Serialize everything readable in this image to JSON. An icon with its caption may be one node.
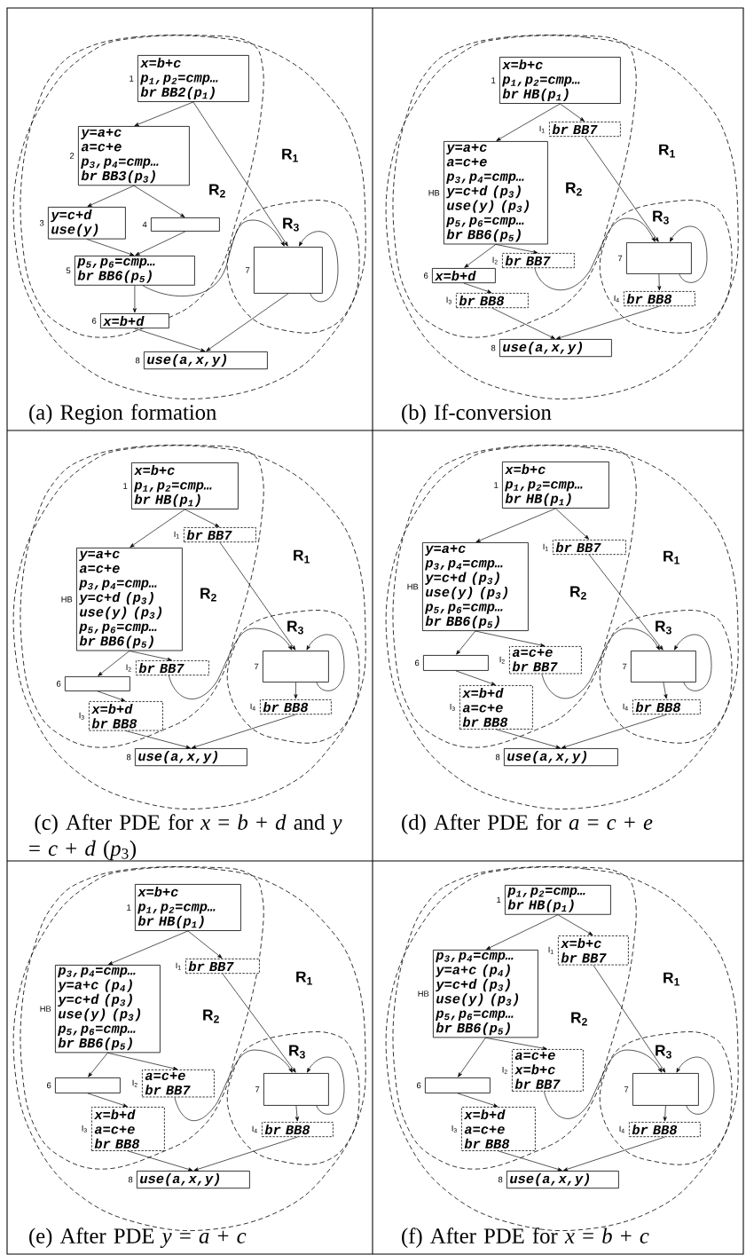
{
  "diagram": {
    "nodes": [
      {
        "text": [
          "x=b+c",
          "p$_{1}$,p$_{2}$=cmp…",
          "br BB2(p$_{1}$)"
        ],
        "beside": [
          "1"
        ]
      },
      {
        "text": [
          "y=a+c",
          "a=c+e",
          "p$_{3}$,p$_{4}$=cmp…",
          "br BB3(p$_{3}$)"
        ],
        "beside": [
          "2"
        ]
      },
      {
        "text": [
          "y=c+d",
          "use(y)"
        ],
        "beside": [
          "3"
        ]
      },
      {
        "text": [],
        "shape": "box",
        "beside": [
          "4"
        ]
      },
      {
        "text": [
          "p$_{5}$,p$_{6}$=cmp…",
          "br BB6(p$_{5}$)"
        ],
        "beside": [
          "5"
        ]
      },
      {
        "text": [
          "x=b+d"
        ],
        "beside": [
          "6"
        ]
      },
      {
        "text": [],
        "shape": "box",
        "beside": [
          "7"
        ]
      },
      {
        "text": [
          "use(a,x,y)"
        ],
        "beside": [
          "8"
        ]
      },
      {
        "text": [
          "x=b+c",
          "p$_{1}$,p$_{2}$=cmp…",
          "br HB(p$_{1}$)"
        ],
        "beside": [
          "1"
        ]
      },
      {
        "text": [
          "br BB7"
        ],
        "beside": [
          "I$_{1}$"
        ]
      },
      {
        "text": [
          "y=a+c",
          "a=c+e",
          "p$_{3}$,p$_{4}$=cmp…",
          "y=c+d (p$_{3}$)",
          "use(y) (p$_{3}$)",
          "p$_{5}$,p$_{6}$=cmp…",
          "br BB6(p$_{5}$)"
        ],
        "beside": [
          "HB"
        ]
      },
      {
        "text": [
          "br BB7"
        ],
        "beside": [
          "I$_{2}$"
        ]
      },
      {
        "text": [
          "x=b+d"
        ],
        "beside": [
          "6"
        ]
      },
      {
        "text": [
          "br BB8"
        ],
        "beside": [
          "I$_{3}$"
        ]
      },
      {
        "text": [],
        "shape": "box",
        "beside": [
          "7"
        ]
      },
      {
        "text": [
          "br BB8"
        ],
        "beside": [
          "I$_{4}$"
        ]
      },
      {
        "text": [
          "use(a,x,y)"
        ],
        "beside": [
          "8"
        ]
      },
      {
        "text": [
          "x=b+c",
          "p$_{1}$,p$_{2}$=cmp…",
          "br HB(p$_{1}$)"
        ],
        "beside": [
          "1"
        ]
      },
      {
        "text": [
          "br BB7"
        ],
        "beside": [
          "I$_{1}$"
        ]
      },
      {
        "text": [
          "y=a+c",
          "a=c+e",
          "p$_{3}$,p$_{4}$=cmp…",
          "y=c+d (p$_{3}$)",
          "use(y) (p$_{3}$)",
          "p$_{5}$,p$_{6}$=cmp…",
          "br BB6(p$_{5}$)"
        ],
        "beside": [
          "HB"
        ]
      },
      {
        "text": [
          "br BB7"
        ],
        "beside": [
          "I$_{2}$"
        ]
      },
      {
        "text": [],
        "shape": "box",
        "beside": [
          "6"
        ]
      },
      {
        "text": [
          "x=b+d",
          "br BB8"
        ],
        "beside": [
          "I$_{3}$"
        ]
      },
      {
        "text": [],
        "shape": "box",
        "beside": [
          "7"
        ]
      },
      {
        "text": [
          "br BB8"
        ],
        "beside": [
          "I$_{4}$"
        ]
      },
      {
        "text": [
          "use(a,x,y)"
        ],
        "beside": [
          "8"
        ]
      },
      {
        "text": [
          "x=b+c",
          "p$_{1}$,p$_{2}$=cmp…",
          "br HB(p$_{1}$)"
        ],
        "beside": [
          "1"
        ]
      },
      {
        "text": [
          "br BB7"
        ],
        "beside": [
          "I$_{1}$"
        ]
      },
      {
        "text": [
          "y=a+c",
          "p$_{3}$,p$_{4}$=cmp…",
          "y=c+d (p$_{3}$)",
          "use(y) (p$_{3}$)",
          "p$_{5}$,p$_{6}$=cmp…",
          "br BB6(p$_{5}$)"
        ],
        "beside": [
          "HB"
        ]
      },
      {
        "text": [
          "a=c+e",
          "br BB7"
        ],
        "beside": [
          "I$_{2}$"
        ]
      },
      {
        "text": [],
        "shape": "box",
        "beside": [
          "6"
        ]
      },
      {
        "text": [
          "x=b+d",
          "a=c+e",
          "br BB8"
        ],
        "beside": [
          "I$_{3}$"
        ]
      },
      {
        "text": [],
        "shape": "box",
        "beside": [
          "7"
        ]
      },
      {
        "text": [
          "br BB8"
        ],
        "beside": [
          "I$_{4}$"
        ]
      },
      {
        "text": [
          "use(a,x,y)"
        ],
        "beside": [
          "8"
        ]
      },
      {
        "text": [
          "x=b+c",
          "p$_{1}$,p$_{2}$=cmp…",
          "br HB(p$_{1}$)"
        ],
        "beside": [
          "1"
        ]
      },
      {
        "text": [
          "br BB7"
        ],
        "beside": [
          "I$_{1}$"
        ]
      },
      {
        "text": [
          "p$_{3}$,p$_{4}$=cmp…",
          "y=a+c (p$_{4}$)",
          "y=c+d (p$_{3}$)",
          "use(y) (p$_{3}$)",
          "p$_{5}$,p$_{6}$=cmp…",
          "br BB6(p$_{5}$)"
        ],
        "beside": [
          "HB"
        ]
      },
      {
        "text": [
          "a=c+e",
          "br BB7"
        ],
        "beside": [
          "I$_{2}$"
        ]
      },
      {
        "text": [],
        "shape": "box",
        "beside": [
          "6"
        ]
      },
      {
        "text": [
          "x=b+d",
          "a=c+e",
          "br BB8"
        ],
        "beside": [
          "I$_{3}$"
        ]
      },
      {
        "text": [],
        "shape": "box",
        "beside": [
          "7"
        ]
      },
      {
        "text": [
          "br BB8"
        ],
        "beside": [
          "I$_{4}$"
        ]
      },
      {
        "text": [
          "use(a,x,y)"
        ],
        "beside": [
          "8"
        ]
      },
      {
        "text": [
          "p$_{1}$,p$_{2}$=cmp…",
          "br HB(p$_{1}$)"
        ],
        "beside": [
          "1"
        ]
      },
      {
        "text": [
          "x=b+c",
          "br BB7"
        ],
        "beside": [
          "I$_{1}$"
        ]
      },
      {
        "text": [
          "p$_{3}$,p$_{4}$=cmp…",
          "y=a+c (p$_{4}$)",
          "y=c+d (p$_{3}$)",
          "use(y) (p$_{3}$)",
          "p$_{5}$,p$_{6}$=cmp…",
          "br BB6(p$_{5}$)"
        ],
        "beside": [
          "HB"
        ]
      },
      {
        "text": [
          "a=c+e",
          "x=b+c",
          "br BB7"
        ],
        "beside": [
          "I$_{2}$"
        ]
      },
      {
        "text": [],
        "shape": "box",
        "beside": [
          "6"
        ]
      },
      {
        "text": [
          "x=b+d",
          "a=c+e",
          "br BB8"
        ],
        "beside": [
          "I$_{3}$"
        ]
      },
      {
        "text": [],
        "shape": "box",
        "beside": [
          "7"
        ]
      },
      {
        "text": [
          "br BB8"
        ],
        "beside": [
          "I$_{4}$"
        ]
      },
      {
        "text": [
          "use(a,x,y)"
        ],
        "beside": [
          "8"
        ]
      }
    ],
    "edges": [
      {
        "from": 0,
        "to": 1,
        "arrow": "to"
      },
      {
        "from": 0,
        "to": 6,
        "arrow": "to"
      },
      {
        "from": 1,
        "to": 2,
        "arrow": "to"
      },
      {
        "from": 1,
        "to": 3,
        "arrow": "to"
      },
      {
        "from": 2,
        "to": 4,
        "arrow": "to"
      },
      {
        "from": 3,
        "to": 4,
        "arrow": "to"
      },
      {
        "from": 4,
        "to": 5,
        "arrow": "to"
      },
      {
        "from": 4,
        "to": 6,
        "arrow": "to"
      },
      {
        "from": 6,
        "to": 6,
        "arrow": "to"
      },
      {
        "from": 5,
        "to": 7,
        "arrow": "to"
      },
      {
        "from": 6,
        "to": 7,
        "arrow": "to"
      },
      {
        "from": 8,
        "to": 10,
        "arrow": "to"
      },
      {
        "from": 8,
        "to": 9,
        "arrow": "to"
      },
      {
        "from": 9,
        "to": 14,
        "arrow": "to"
      },
      {
        "from": 10,
        "to": 12,
        "arrow": "to"
      },
      {
        "from": 10,
        "to": 11,
        "arrow": "to"
      },
      {
        "from": 11,
        "to": 14,
        "arrow": "to"
      },
      {
        "from": 12,
        "to": 13,
        "arrow": "to"
      },
      {
        "from": 14,
        "to": 14,
        "arrow": "to"
      },
      {
        "from": 14,
        "to": 15,
        "arrow": "to"
      },
      {
        "from": 13,
        "to": 16,
        "arrow": "to"
      },
      {
        "from": 15,
        "to": 16,
        "arrow": "to"
      },
      {
        "from": 17,
        "to": 19,
        "arrow": "to"
      },
      {
        "from": 17,
        "to": 18,
        "arrow": "to"
      },
      {
        "from": 18,
        "to": 23,
        "arrow": "to"
      },
      {
        "from": 19,
        "to": 21,
        "arrow": "to"
      },
      {
        "from": 19,
        "to": 20,
        "arrow": "to"
      },
      {
        "from": 20,
        "to": 23,
        "arrow": "to"
      },
      {
        "from": 21,
        "to": 22,
        "arrow": "to"
      },
      {
        "from": 23,
        "to": 23,
        "arrow": "to"
      },
      {
        "from": 23,
        "to": 24,
        "arrow": "to"
      },
      {
        "from": 22,
        "to": 25,
        "arrow": "to"
      },
      {
        "from": 24,
        "to": 25,
        "arrow": "to"
      },
      {
        "from": 26,
        "to": 28,
        "arrow": "to"
      },
      {
        "from": 26,
        "to": 27,
        "arrow": "to"
      },
      {
        "from": 27,
        "to": 32,
        "arrow": "to"
      },
      {
        "from": 28,
        "to": 30,
        "arrow": "to"
      },
      {
        "from": 28,
        "to": 29,
        "arrow": "to"
      },
      {
        "from": 29,
        "to": 32,
        "arrow": "to"
      },
      {
        "from": 30,
        "to": 31,
        "arrow": "to"
      },
      {
        "from": 32,
        "to": 32,
        "arrow": "to"
      },
      {
        "from": 32,
        "to": 33,
        "arrow": "to"
      },
      {
        "from": 31,
        "to": 34,
        "arrow": "to"
      },
      {
        "from": 33,
        "to": 34,
        "arrow": "to"
      },
      {
        "from": 35,
        "to": 37,
        "arrow": "to"
      },
      {
        "from": 35,
        "to": 36,
        "arrow": "to"
      },
      {
        "from": 36,
        "to": 41,
        "arrow": "to"
      },
      {
        "from": 37,
        "to": 39,
        "arrow": "to"
      },
      {
        "from": 37,
        "to": 38,
        "arrow": "to"
      },
      {
        "from": 38,
        "to": 41,
        "arrow": "to"
      },
      {
        "from": 39,
        "to": 40,
        "arrow": "to"
      },
      {
        "from": 41,
        "to": 41,
        "arrow": "to"
      },
      {
        "from": 41,
        "to": 42,
        "arrow": "to"
      },
      {
        "from": 40,
        "to": 43,
        "arrow": "to"
      },
      {
        "from": 42,
        "to": 43,
        "arrow": "to"
      },
      {
        "from": 44,
        "to": 46,
        "arrow": "to"
      },
      {
        "from": 44,
        "to": 45,
        "arrow": "to"
      },
      {
        "from": 45,
        "to": 50,
        "arrow": "to"
      },
      {
        "from": 46,
        "to": 48,
        "arrow": "to"
      },
      {
        "from": 46,
        "to": 47,
        "arrow": "to"
      },
      {
        "from": 47,
        "to": 50,
        "arrow": "to"
      },
      {
        "from": 48,
        "to": 49,
        "arrow": "to"
      },
      {
        "from": 50,
        "to": 50,
        "arrow": "to"
      },
      {
        "from": 50,
        "to": 51,
        "arrow": "to"
      },
      {
        "from": 49,
        "to": 52,
        "arrow": "to"
      },
      {
        "from": 51,
        "to": 52,
        "arrow": "to"
      }
    ],
    "labels": [
      "R$_{1}$",
      "R$_{2}$",
      "R$_{3}$",
      "(a) Region formation",
      "R$_{1}$",
      "R$_{2}$",
      "R$_{3}$",
      "(b) If-conversion",
      "R$_{1}$",
      "R$_{2}$",
      "R$_{3}$",
      "(c) After PDE for *x* = *b* + *d* and *y* = *c* + *d* (*p*$_{3}$)",
      "R$_{1}$",
      "R$_{2}$",
      "R$_{3}$",
      "(d) After PDE for *a* = *c* + *e*",
      "R$_{1}$",
      "R$_{2}$",
      "R$_{3}$",
      "(e) After PDE *y* = *a* + *c*",
      "R$_{1}$",
      "R$_{2}$",
      "R$_{3}$",
      "(f) After PDE for *x* = *b* + *c*"
    ]
  }
}
